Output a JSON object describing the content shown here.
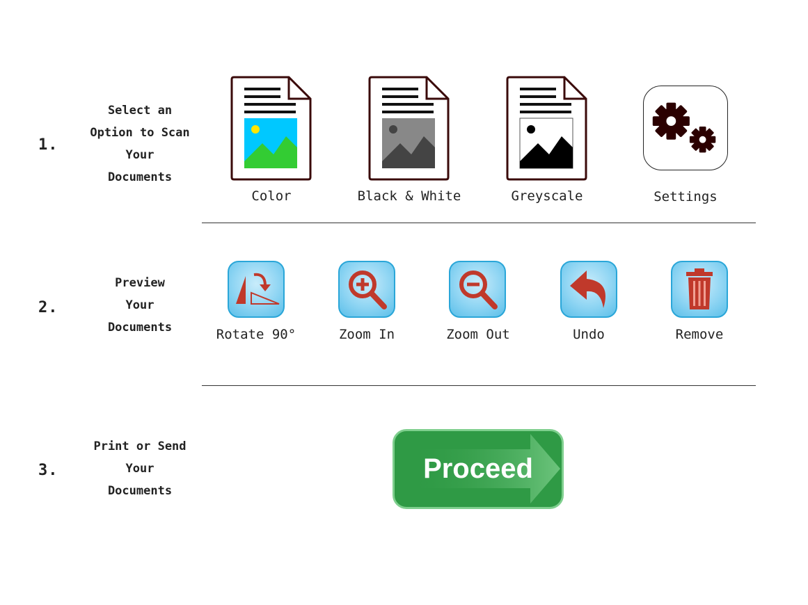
{
  "steps": [
    {
      "number": "1.",
      "label_lines": [
        "Select an",
        "Option to Scan",
        "Your",
        "Documents"
      ]
    },
    {
      "number": "2.",
      "label_lines": [
        "Preview",
        "Your",
        "Documents"
      ]
    },
    {
      "number": "3.",
      "label_lines": [
        "Print or Send",
        "Your",
        "Documents"
      ]
    }
  ],
  "scan_options": [
    {
      "label": "Color",
      "icon": "color-document-icon"
    },
    {
      "label": "Black & White",
      "icon": "black-white-document-icon"
    },
    {
      "label": "Greyscale",
      "icon": "greyscale-document-icon"
    },
    {
      "label": "Settings",
      "icon": "gears-icon"
    }
  ],
  "preview_tools": [
    {
      "label": "Rotate 90°",
      "icon": "rotate-icon"
    },
    {
      "label": "Zoom In",
      "icon": "zoom-in-icon"
    },
    {
      "label": "Zoom Out",
      "icon": "zoom-out-icon"
    },
    {
      "label": "Undo",
      "icon": "undo-icon"
    },
    {
      "label": "Remove",
      "icon": "trash-icon"
    }
  ],
  "proceed": {
    "label": "Proceed"
  },
  "colors": {
    "tool_border": "#2aa6d8",
    "tool_icon": "#c0392b",
    "proceed_green": "#2f9a45"
  }
}
